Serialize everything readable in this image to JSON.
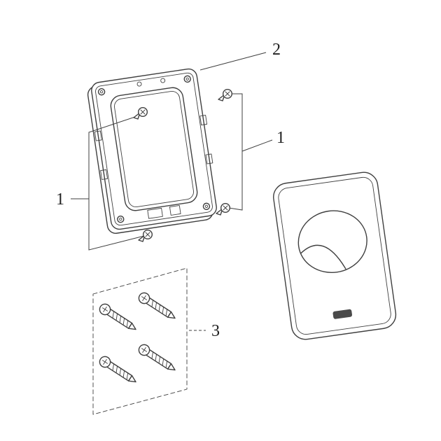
{
  "colors": {
    "background": "#ffffff",
    "line": "#3f3f3f",
    "text": "#1f1f1f",
    "sensor": "#4a4a4a"
  },
  "callouts": {
    "frame_left": "1",
    "frame_right": "1",
    "frame": "2",
    "screw_pack": "3"
  },
  "parts": {
    "frame": "mounting-frame",
    "plate": "flush-plate",
    "screws": "screw-pack"
  }
}
